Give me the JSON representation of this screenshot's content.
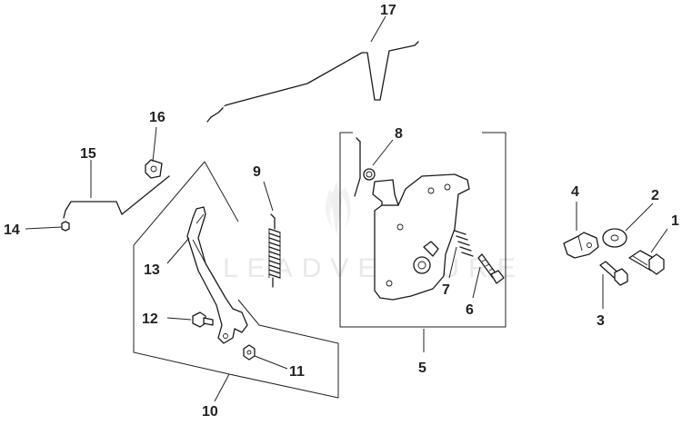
{
  "watermark": {
    "text": "LEADVENTURE"
  },
  "callouts": [
    {
      "number": "1"
    },
    {
      "number": "2"
    },
    {
      "number": "3"
    },
    {
      "number": "4"
    },
    {
      "number": "5"
    },
    {
      "number": "6"
    },
    {
      "number": "7"
    },
    {
      "number": "8"
    },
    {
      "number": "9"
    },
    {
      "number": "10"
    },
    {
      "number": "11"
    },
    {
      "number": "12"
    },
    {
      "number": "13"
    },
    {
      "number": "14"
    },
    {
      "number": "15"
    },
    {
      "number": "16"
    },
    {
      "number": "17"
    }
  ]
}
